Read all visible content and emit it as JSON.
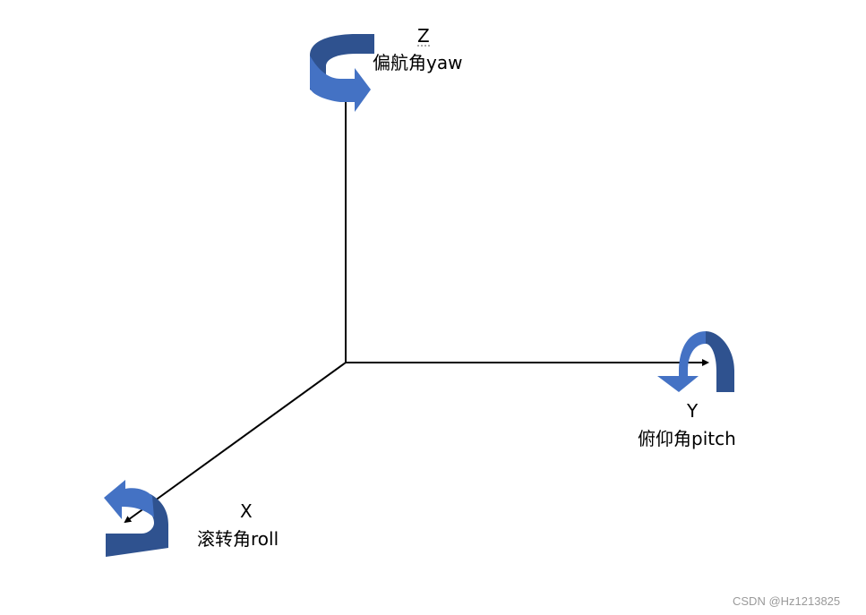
{
  "diagram": {
    "axes": [
      {
        "id": "z",
        "letter": "Z",
        "rotation_label": "偏航角yaw"
      },
      {
        "id": "y",
        "letter": "Y",
        "rotation_label": "俯仰角pitch"
      },
      {
        "id": "x",
        "letter": "X",
        "rotation_label": "滚转角roll"
      }
    ]
  },
  "watermark": "CSDN @Hz1213825",
  "colors": {
    "axis_line": "#000000",
    "arrow_light": "#4472c4",
    "arrow_dark": "#2f528f",
    "text": "#000000",
    "watermark": "#9a9a9a"
  },
  "icons": {
    "z": "curved-rotation-arrow-icon",
    "y": "curved-rotation-arrow-icon",
    "x": "curved-rotation-arrow-icon"
  }
}
